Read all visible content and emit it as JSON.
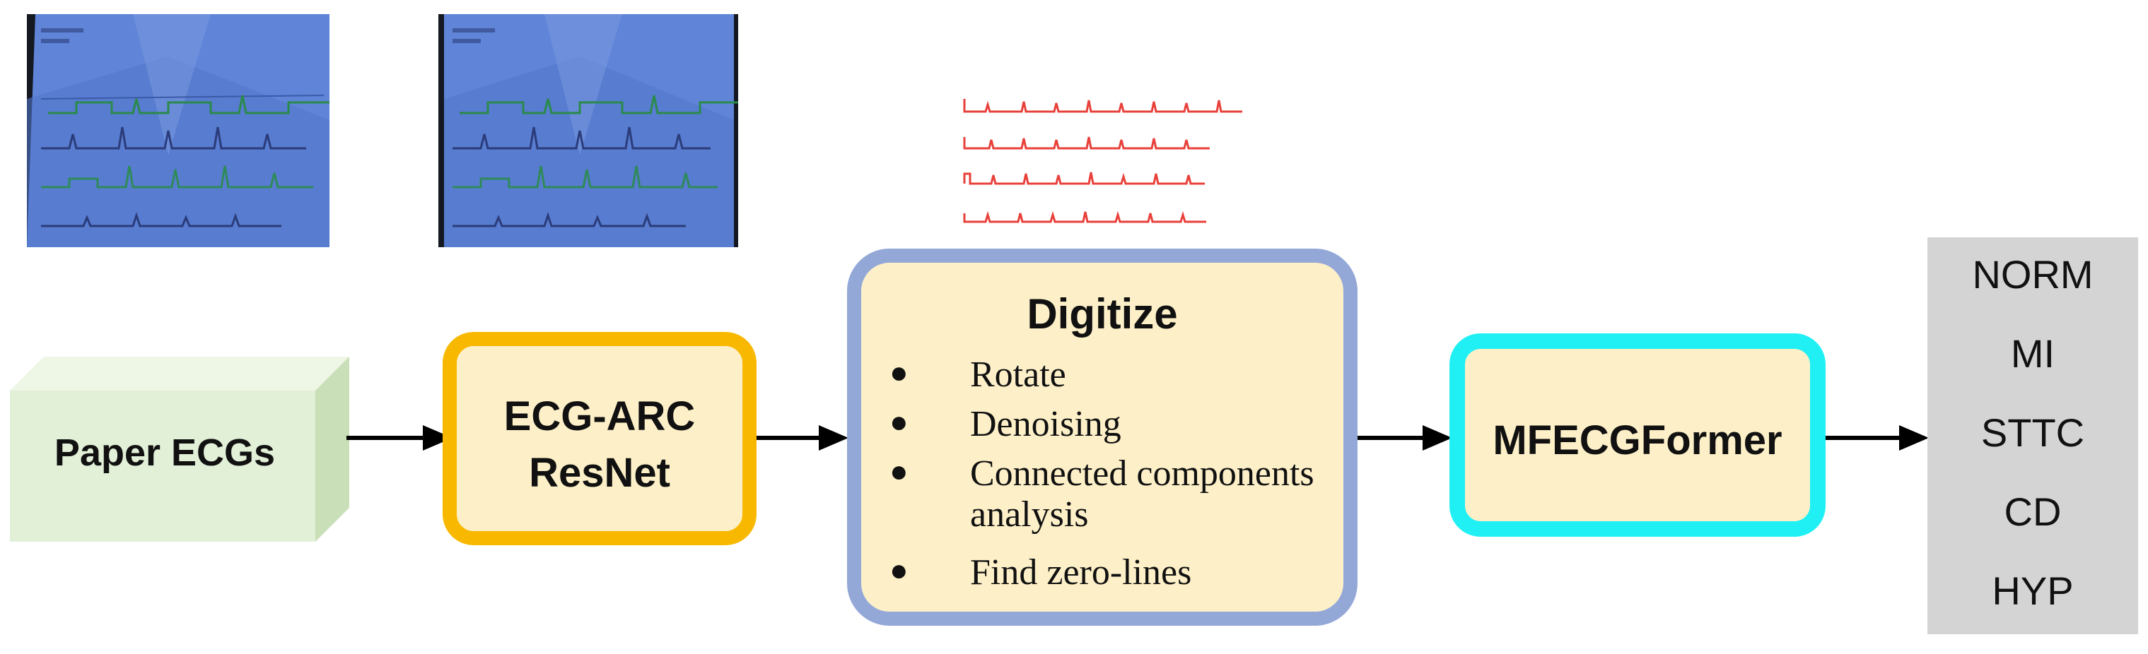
{
  "input": {
    "label": "Paper ECGs"
  },
  "stage1": {
    "label": "ECG-ARCResNet"
  },
  "stage2": {
    "title": "Digitize",
    "steps": [
      "Rotate",
      "Denoising",
      "Connected components analysis",
      "Find zero-lines"
    ]
  },
  "stage3": {
    "label": "MFECGFormer"
  },
  "outputs": [
    "NORM",
    "MI",
    "STTC",
    "CD",
    "HYP"
  ],
  "colors": {
    "box_fill": "#fdf0c8",
    "arc_border": "#f9b800",
    "digitize_border": "#94a8d8",
    "mfecg_border": "#20f0f4",
    "input_fill": "#e2f0d8",
    "output_fill": "#d4d4d4",
    "ecg_trace": "#e8403a"
  },
  "images": [
    "scanned-ecg-photo",
    "rotated-scanned-ecg-photo",
    "digitized-red-ecg-traces"
  ]
}
